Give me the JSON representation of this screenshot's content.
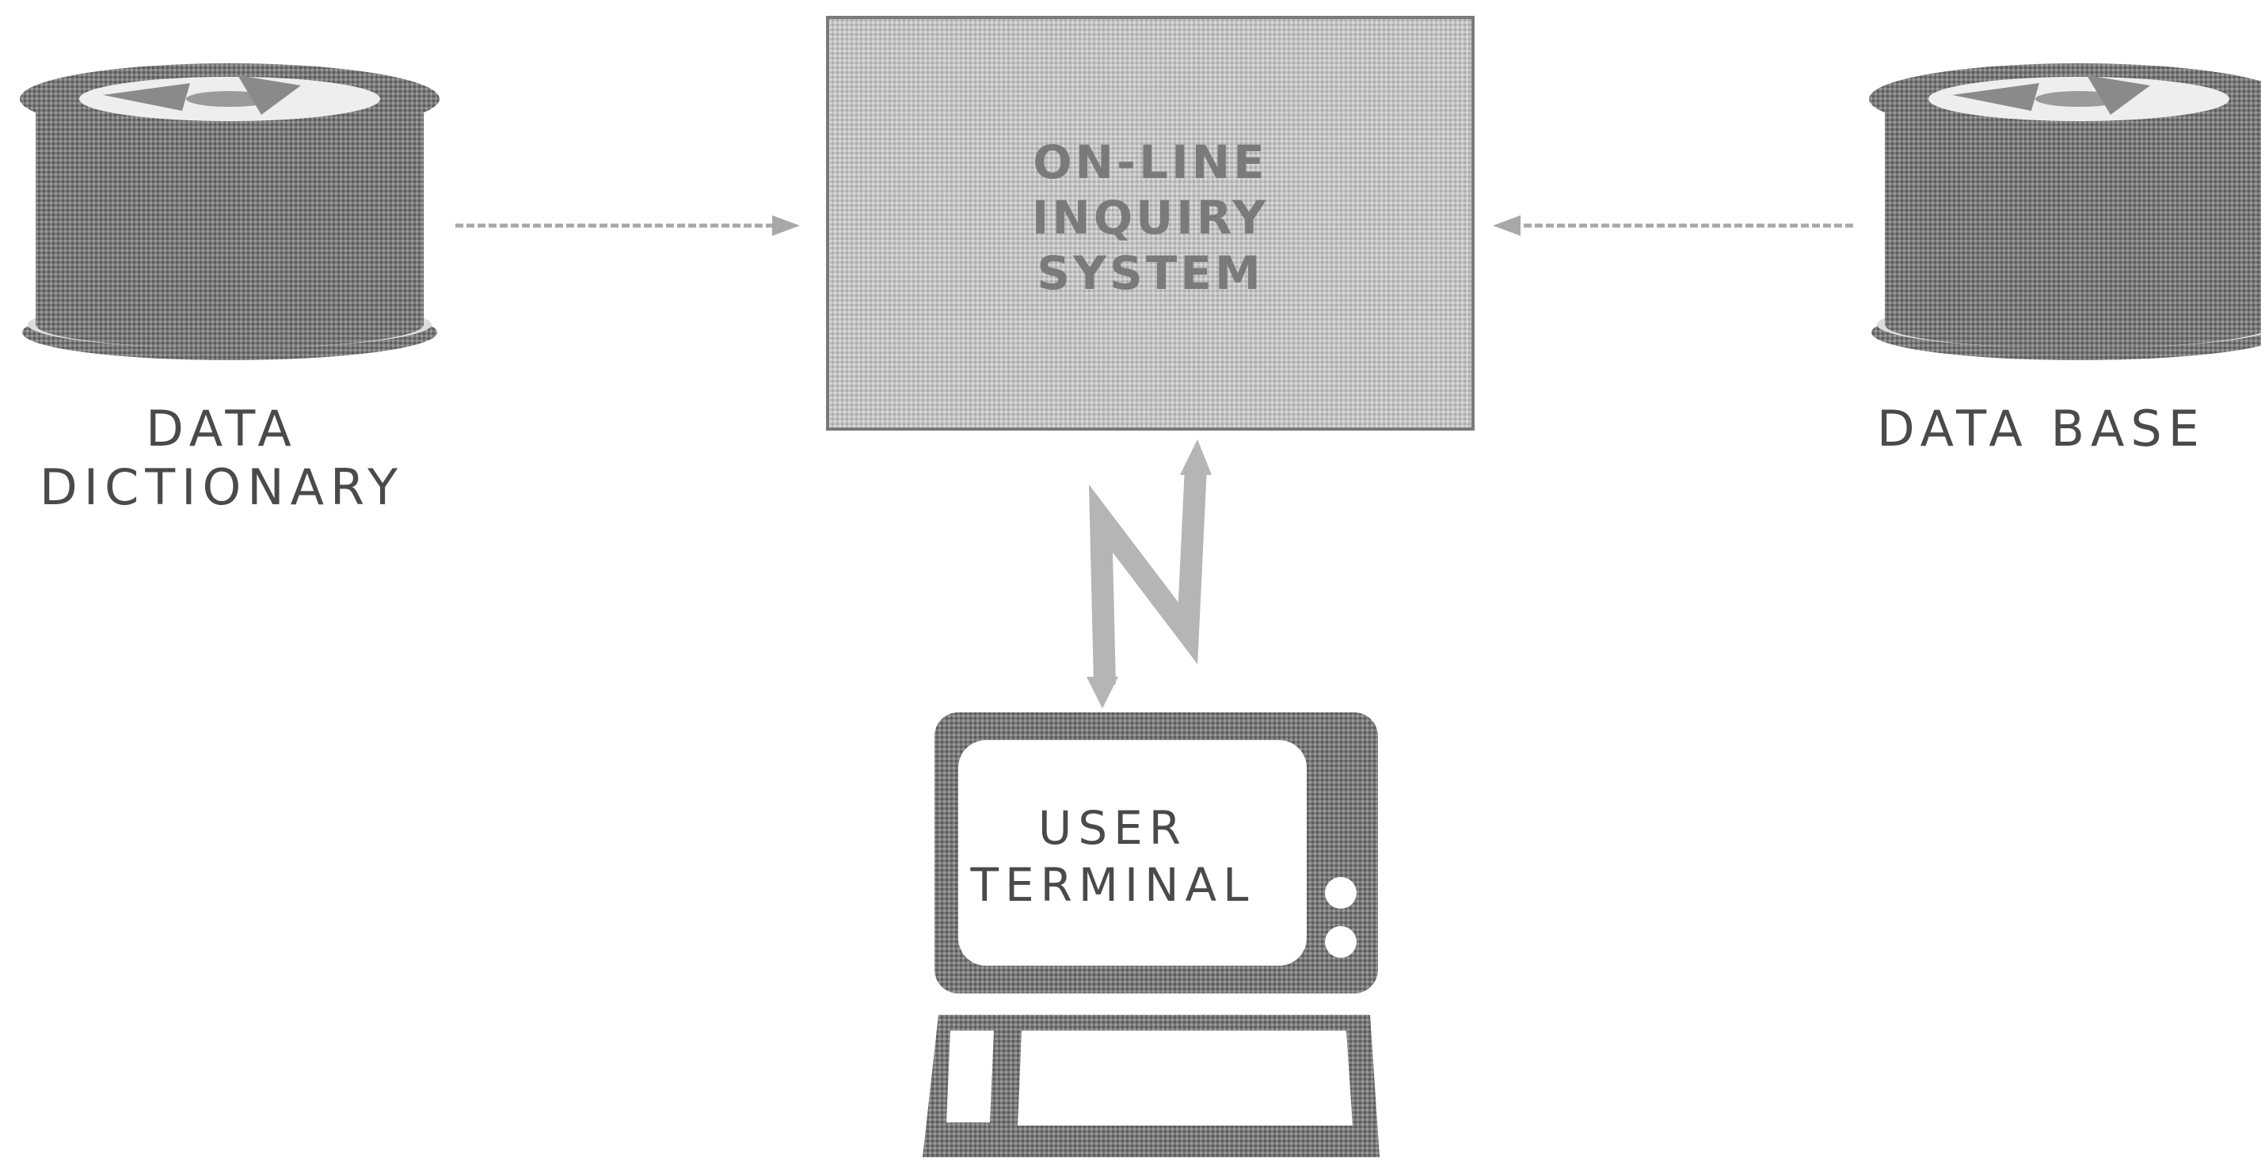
{
  "nodes": {
    "data_dictionary": {
      "label_lines": [
        "DATA",
        "DICTIONARY"
      ]
    },
    "inquiry_system": {
      "label_lines": [
        "ON-LINE",
        "INQUIRY",
        "SYSTEM"
      ]
    },
    "data_base": {
      "label": "DATA BASE"
    },
    "user_terminal": {
      "label_lines": [
        "USER",
        "TERMINAL"
      ]
    }
  },
  "edges": [
    {
      "from": "data_dictionary",
      "to": "inquiry_system",
      "style": "arrow"
    },
    {
      "from": "data_base",
      "to": "inquiry_system",
      "style": "arrow"
    },
    {
      "from": "user_terminal",
      "to": "inquiry_system",
      "style": "zigzag-bidirectional"
    }
  ],
  "colors": {
    "dark_fill": "#6e6e6e",
    "system_fill": "#bdbdbd",
    "line": "#a8a8a8",
    "label_text": "#4a4a4a"
  }
}
